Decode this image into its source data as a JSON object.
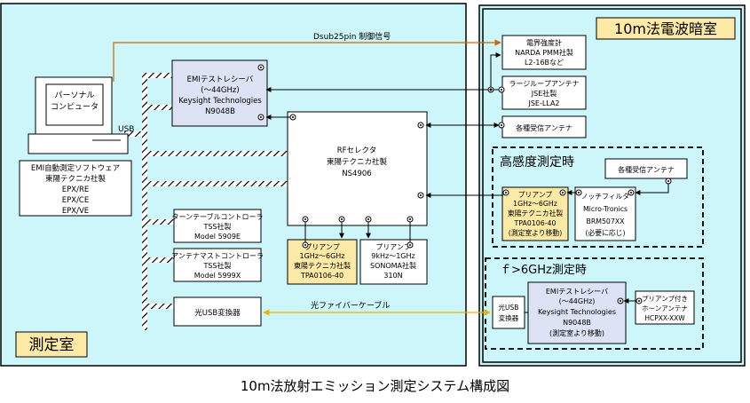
{
  "caption": "10m法放射エミッション測定システム構成図",
  "rooms": {
    "measurement_room": "測定室",
    "chamber": "10m法電波暗室"
  },
  "sections": {
    "high_sensitivity": "高感度測定時",
    "above_6ghz": "ｆ>6GHz測定時"
  },
  "labels": {
    "usb": "USB",
    "dsub": "Dsub25pin 制御信号",
    "fiber": "光ファイバーケーブル"
  },
  "pc": {
    "lines": [
      "パーソナル",
      "コンピュータ"
    ]
  },
  "software": {
    "lines": [
      "EMI自動測定ソフトウェア",
      "東陽テクニカ社製",
      "EPX/RE",
      "EPX/CE",
      "EPX/VE"
    ]
  },
  "emi_receiver": {
    "lines": [
      "EMIテストレシーバ",
      "(～44GHz)",
      "Keysight Technologies",
      "N9048B"
    ]
  },
  "rf_selector": {
    "lines": [
      "RFセレクタ",
      "東陽テクニカ社製",
      "NS4906"
    ]
  },
  "preamp1": {
    "lines": [
      "プリアンプ",
      "1GHz～6GHz",
      "東陽テクニカ社製",
      "TPA0106-40"
    ]
  },
  "preamp2": {
    "lines": [
      "プリアンプ",
      "9kHz～1GHz",
      "SONOMA社製",
      "310N"
    ]
  },
  "turntable": {
    "lines": [
      "ターンテーブルコントローラ",
      "TSS社製",
      "Model 5909E"
    ]
  },
  "antenna_mast": {
    "lines": [
      "アンテナマストコントローラ",
      "TSS社製",
      "Model 5999X"
    ]
  },
  "optical_usb_left": {
    "lines": [
      "光USB変換器"
    ]
  },
  "field_probe": {
    "lines": [
      "電界強度計",
      "NARDA PMM社製",
      "L2-16Bなど"
    ]
  },
  "loop_antenna": {
    "lines": [
      "ラージループアンテナ",
      "JSE社製",
      "JSE-LLA2"
    ]
  },
  "receive_antenna_1": {
    "lines": [
      "各種受信アンテナ"
    ]
  },
  "receive_antenna_2": {
    "lines": [
      "各種受信アンテナ"
    ]
  },
  "preamp3": {
    "lines": [
      "プリアンプ",
      "1GHz～6GHz",
      "東陽テクニカ社製",
      "TPA0106-40",
      "(測定室より移動)"
    ]
  },
  "notch_filter": {
    "lines": [
      "ノッチフィルタ",
      "Micro-Tronics",
      "BRM507XX",
      "(必要に応じ)"
    ]
  },
  "optical_usb_right": {
    "lines": [
      "光USB",
      "変換器"
    ]
  },
  "emi_receiver2": {
    "lines": [
      "EMIテストレシーバ",
      "(～44GHz)",
      "Keysight Technologies",
      "N9048B",
      "(測定室より移動)"
    ]
  },
  "horn_preamp": {
    "lines": [
      "プリアンプ付き",
      "ホーンアンテナ",
      "HCPXX-XXW"
    ]
  }
}
